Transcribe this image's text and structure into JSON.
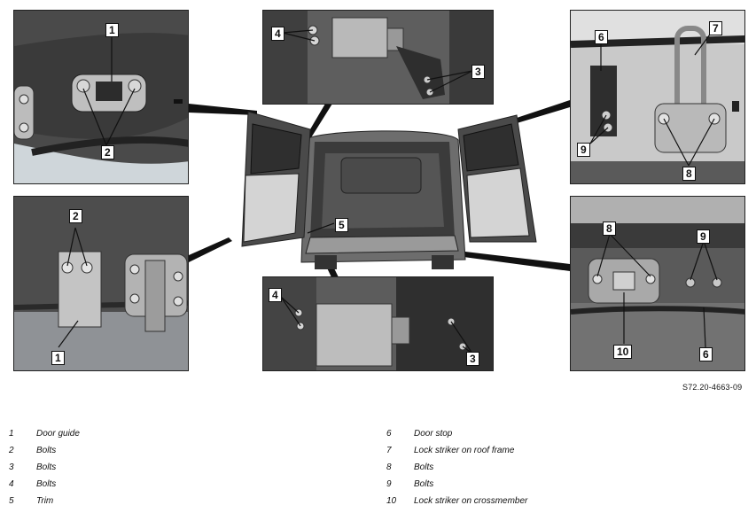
{
  "figure": {
    "reference": "S72.20-4663-09",
    "callouts": {
      "p1": [
        "1",
        "2"
      ],
      "p2": [
        "2",
        "1"
      ],
      "p3": [
        "4",
        "3"
      ],
      "p4": [
        "4",
        "3"
      ],
      "p5": [
        "6",
        "7",
        "9",
        "8"
      ],
      "p6": [
        "8",
        "9",
        "10",
        "6"
      ],
      "main": [
        "5"
      ]
    }
  },
  "legend": [
    {
      "num": "1",
      "text": "Door guide"
    },
    {
      "num": "2",
      "text": "Bolts"
    },
    {
      "num": "3",
      "text": "Bolts"
    },
    {
      "num": "4",
      "text": "Bolts"
    },
    {
      "num": "5",
      "text": "Trim"
    },
    {
      "num": "6",
      "text": "Door stop"
    },
    {
      "num": "7",
      "text": "Lock striker on roof frame"
    },
    {
      "num": "8",
      "text": "Bolts"
    },
    {
      "num": "9",
      "text": "Bolts"
    },
    {
      "num": "10",
      "text": "Lock striker on crossmember"
    }
  ]
}
